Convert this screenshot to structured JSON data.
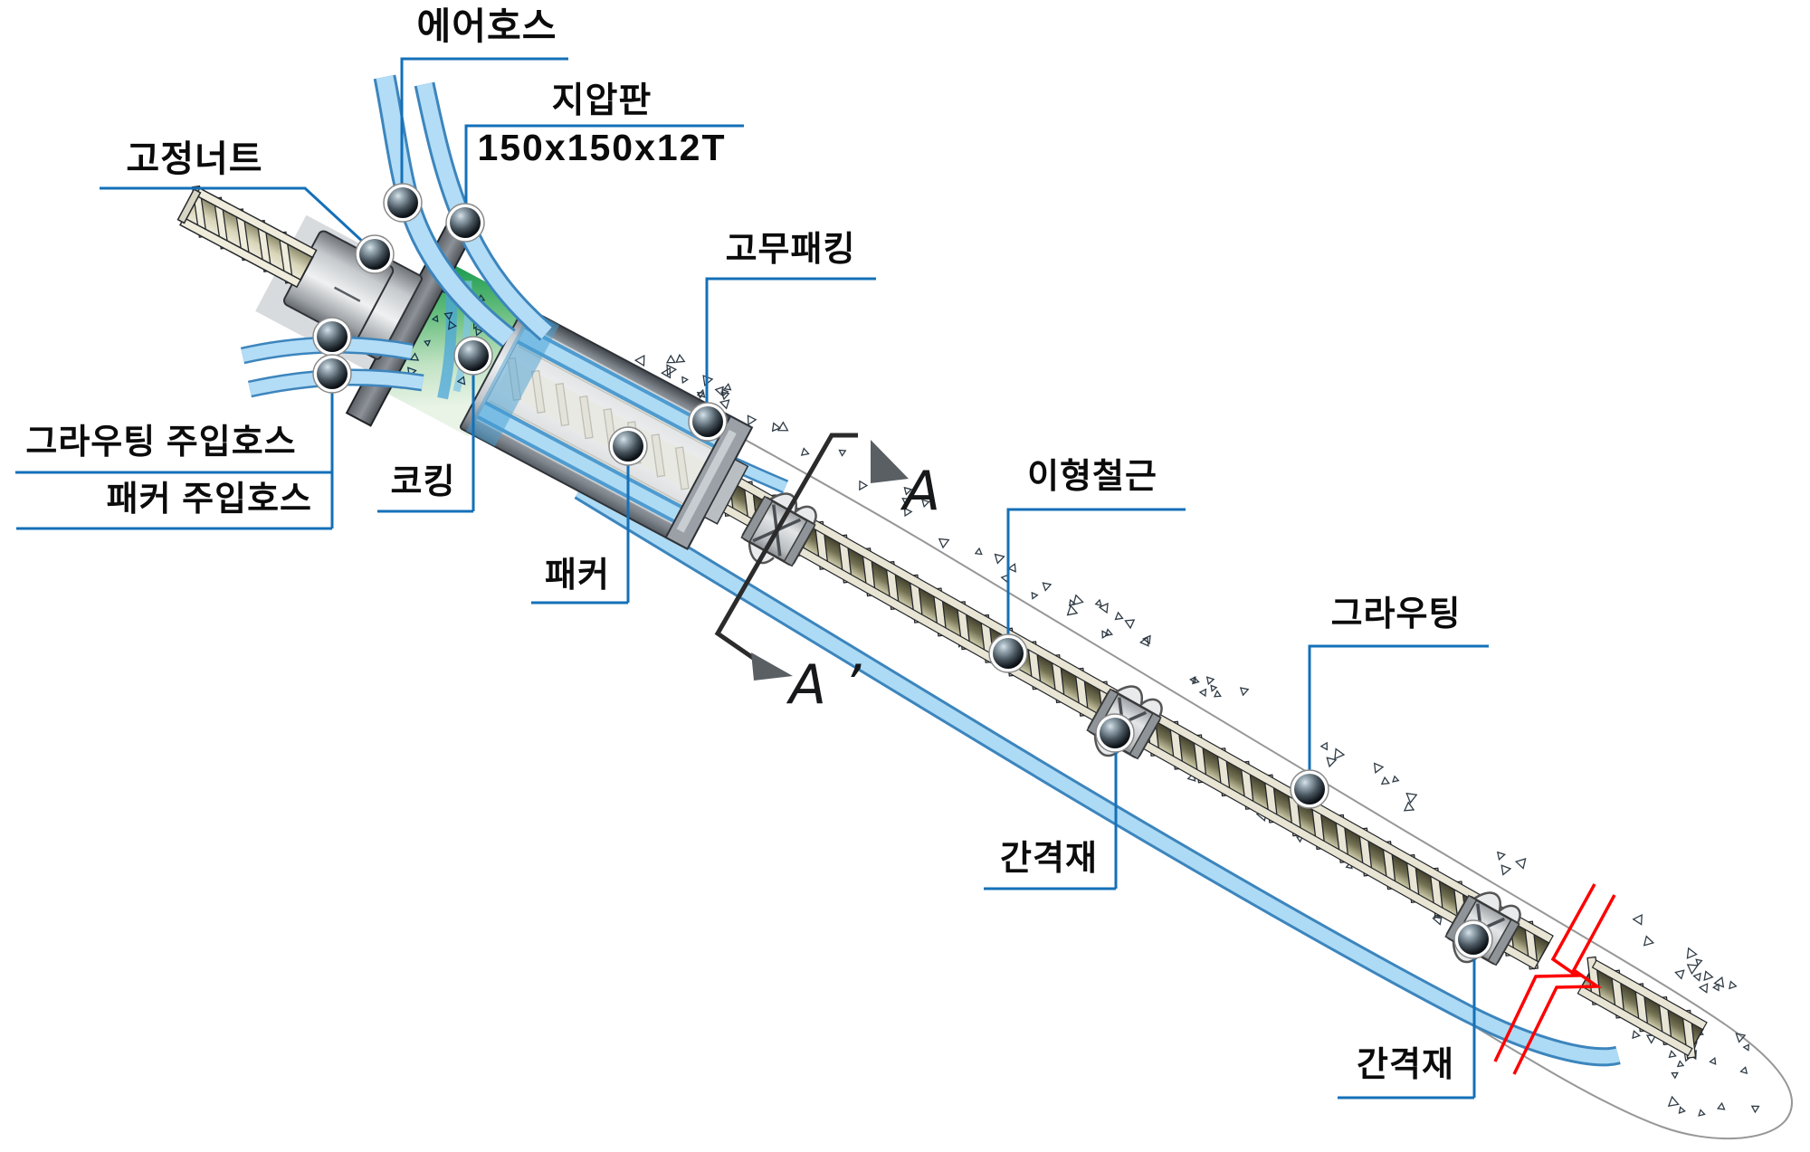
{
  "diagram": {
    "type": "engineering-illustration",
    "subject": "soil-nail / ground anchor assembly cutaway",
    "labels": {
      "air_hose": "에어호스",
      "bearing_plate": "지압판",
      "bearing_plate_size": "150x150x12T",
      "fixing_nut": "고정너트",
      "grouting_injection_hose": "그라우팅 주입호스",
      "packer_injection_hose": "패커 주입호스",
      "caulking": "코킹",
      "packer": "패커",
      "rubber_packing": "고무패킹",
      "deformed_rebar": "이형철근",
      "grouting": "그라우팅",
      "spacer": "간격재",
      "section_a": "A",
      "section_a_prime": "A ’"
    },
    "colors": {
      "leader_line": "#1470b8",
      "label_text": "#0b0b0b",
      "break_line": "#ff0000",
      "hose_fill": "#b3dcf6",
      "hose_edge": "#3c85bd",
      "grout_green": "#2fa45b",
      "steel_gray": "#8d9298",
      "rebar_cream": "#e9e5d5"
    }
  }
}
